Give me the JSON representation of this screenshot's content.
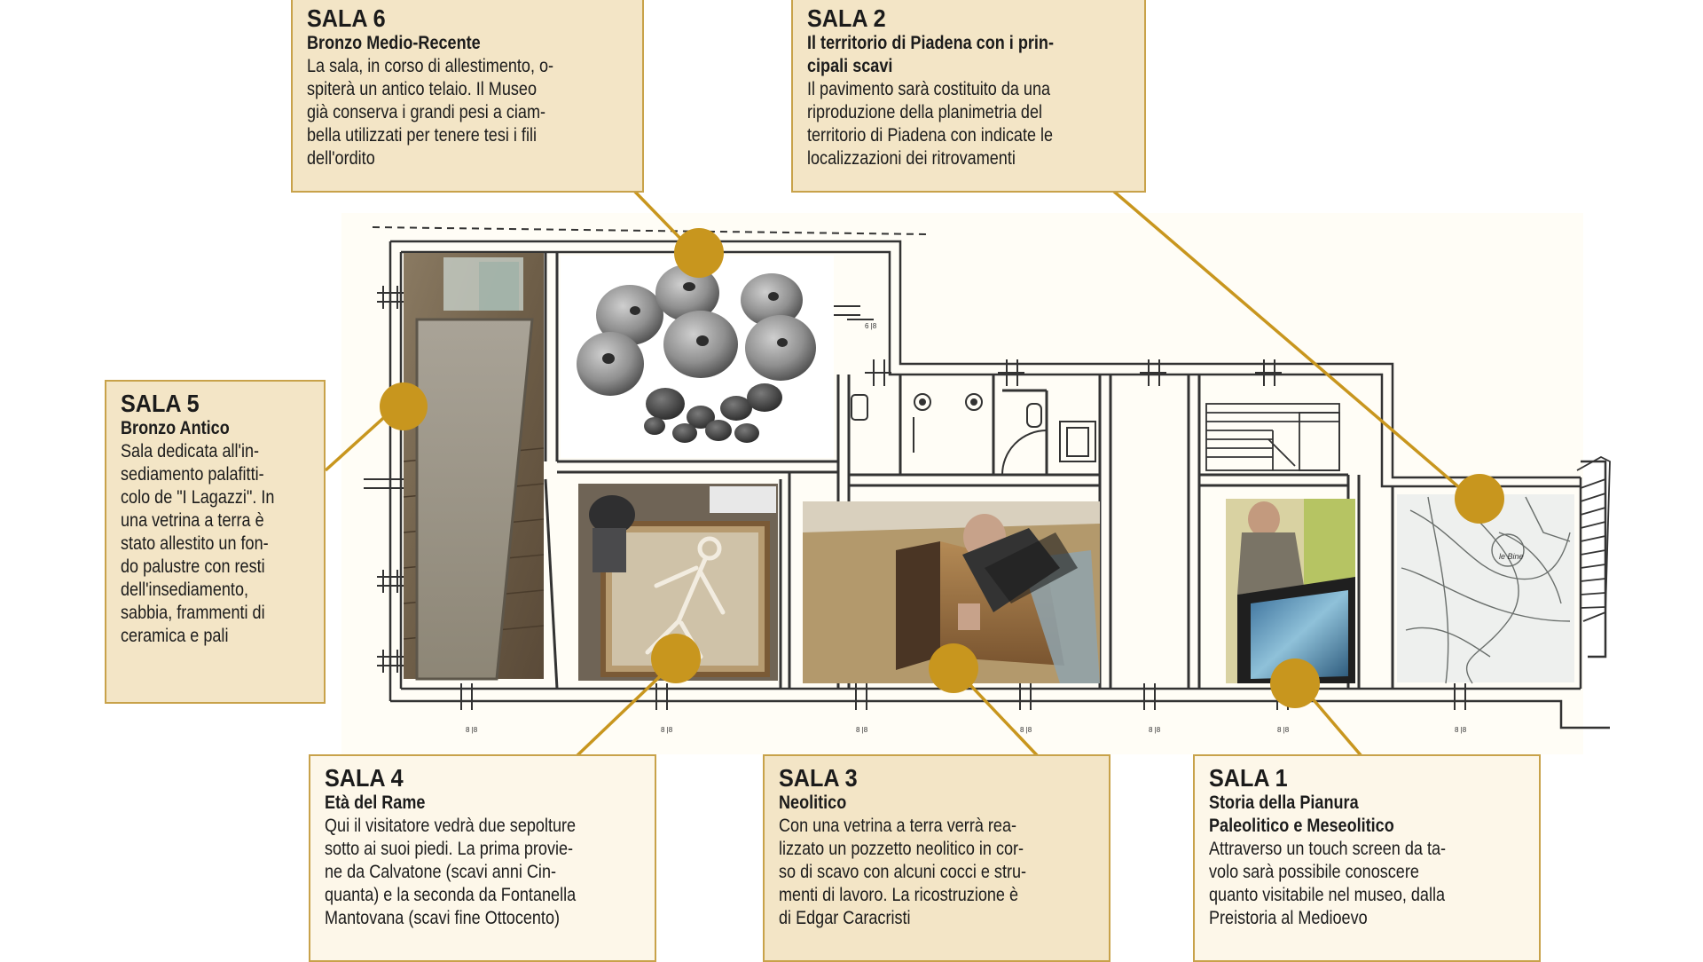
{
  "colors": {
    "accent": "#c8961e",
    "box_fill": "#f3e5c6",
    "box_fill_light": "#fdf7e9",
    "box_border": "#c8a24a",
    "wall": "#333333"
  },
  "rooms": [
    {
      "id": "sala6",
      "title": "SALA 6",
      "subtitle": "Bronzo Medio-Recente",
      "lines": [
        "La sala, in corso di allestimento, o-",
        "spiterà un antico telaio. Il Museo",
        "già conserva i grandi pesi a ciam-",
        "bella utilizzati per tenere tesi i fili",
        "dell'ordito"
      ]
    },
    {
      "id": "sala2",
      "title": "SALA 2",
      "subtitle": "Il territorio di Piadena con i prin-",
      "subtitle2": "cipali scavi",
      "lines": [
        "Il pavimento sarà costituito da una",
        "riproduzione della planimetria del",
        "territorio di Piadena con indicate le",
        "localizzazioni dei ritrovamenti"
      ]
    },
    {
      "id": "sala5",
      "title": "SALA 5",
      "subtitle": "Bronzo Antico",
      "lines": [
        "Sala dedicata all'in-",
        "sediamento palafitti-",
        "colo de \"I Lagazzi\". In",
        "una vetrina a terra è",
        "stato allestito un fon-",
        "do palustre con resti",
        "dell'insediamento,",
        "sabbia, frammenti di",
        "ceramica e pali"
      ]
    },
    {
      "id": "sala4",
      "title": "SALA 4",
      "subtitle": "Età del Rame",
      "lines": [
        "Qui il visitatore vedrà due sepolture",
        "sotto ai suoi piedi. La prima provie-",
        "ne da Calvatone (scavi anni Cin-",
        "quanta) e la seconda da Fontanella",
        "Mantovana (scavi fine Ottocento)"
      ]
    },
    {
      "id": "sala3",
      "title": "SALA 3",
      "subtitle": "Neolitico",
      "lines": [
        "Con una vetrina a terra verrà rea-",
        "lizzato un pozzetto neolitico in cor-",
        "so di scavo con alcuni cocci e stru-",
        "menti di lavoro. La ricostruzione è",
        "di Edgar Caracristi"
      ]
    },
    {
      "id": "sala1",
      "title": "SALA 1",
      "subtitle": "Storia della Pianura",
      "subtitle2": "Paleolitico e Meseolitico",
      "lines": [
        "Attraverso un touch screen da ta-",
        "volo sarà possibile conoscere",
        "quanto visitabile nel museo, dalla",
        "Preistoria al Medioevo"
      ]
    }
  ]
}
